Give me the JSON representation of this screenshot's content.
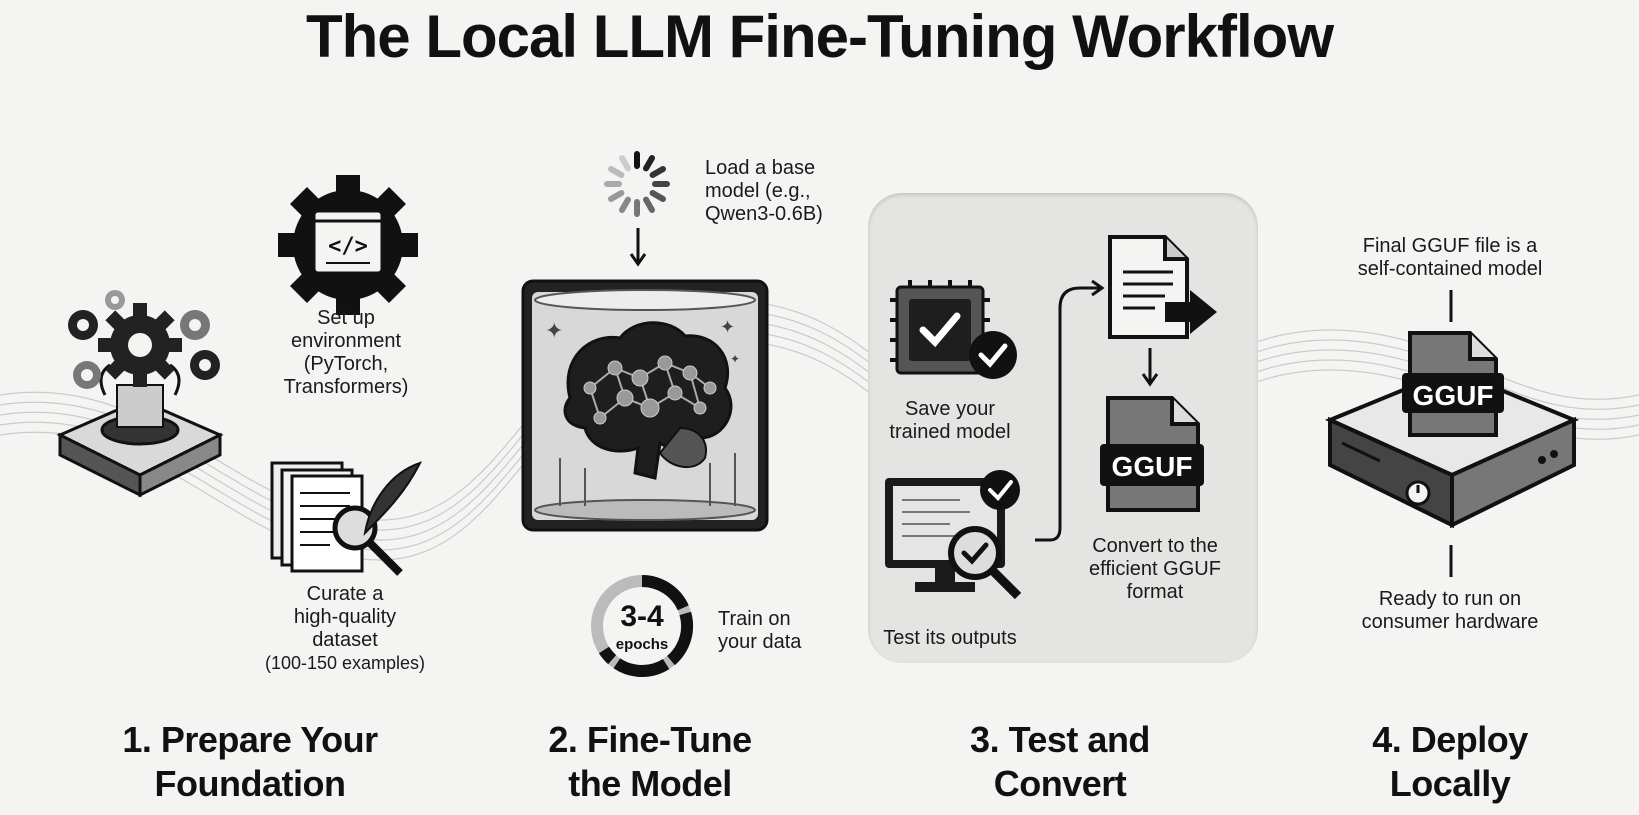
{
  "title": "The Local LLM Fine-Tuning Workflow",
  "steps": [
    {
      "line1": "1. Prepare Your",
      "line2": "Foundation"
    },
    {
      "line1": "2. Fine-Tune",
      "line2": "the Model"
    },
    {
      "line1": "3. Test and",
      "line2": "Convert"
    },
    {
      "line1": "4. Deploy",
      "line2": "Locally"
    }
  ],
  "prepare": {
    "env": [
      "Set up",
      "environment",
      "(PyTorch,",
      "Transformers)"
    ],
    "data": [
      "Curate a",
      "high-quality",
      "dataset",
      "(100-150 examples)"
    ]
  },
  "finetune": {
    "load": [
      "Load a base",
      "model (e.g.,",
      "Qwen3-0.6B)"
    ],
    "epochs_value": "3-4",
    "epochs_unit": "epochs",
    "train": [
      "Train on",
      "your data"
    ]
  },
  "test": {
    "save": [
      "Save your",
      "trained model"
    ],
    "test": "Test its outputs",
    "convert": [
      "Convert to the",
      "efficient GGUF",
      "format"
    ],
    "gguf_label": "GGUF"
  },
  "deploy": {
    "final": [
      "Final GGUF file is a",
      "self-contained model"
    ],
    "ready": [
      "Ready to run on",
      "consumer hardware"
    ],
    "gguf_label": "GGUF"
  },
  "colors": {
    "background": "#f4f4f3",
    "ink": "#111111",
    "card": "#e4e4e2",
    "mid_gray": "#777777"
  }
}
